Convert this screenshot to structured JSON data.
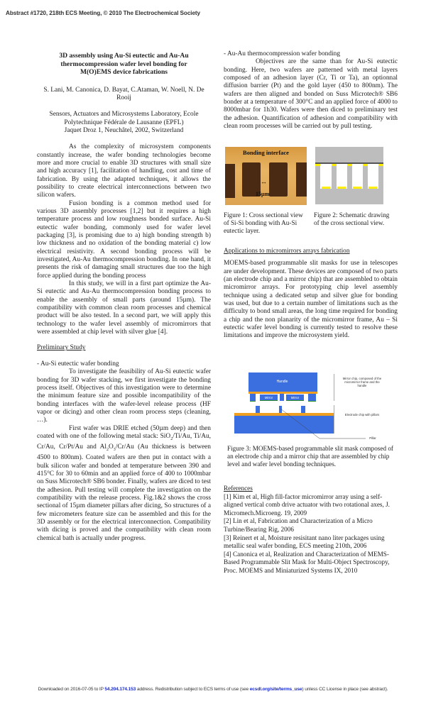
{
  "header": "Abstract #1720, 218th ECS Meeting, © 2010 The Electrochemical Society",
  "title": "3D assembly using Au-Si eutectic and Au-Au thermocompression wafer level bonding for M(O)EMS device fabrications",
  "authors": "S. Lani, M. Canonica, D. Bayat, C.Ataman, W. Noell, N. De Rooij",
  "affiliation": [
    "Sensors, Actuators and Microsystems Laboratory, Ecole",
    "Polytechnique Fédérale de Lausanne (EPFL)",
    "Jaquet Droz 1, Neuchâtel, 2002, Switzerland"
  ],
  "intro": [
    "As the complexity of microsystem components constantly increase, the wafer bonding technologies become more and more crucial to enable 3D structures with small size and high accuracy [1], facilitation of handling, cost and time of fabrication. By using the adapted techniques, it allows the possibility to create electrical interconnections between two silicon wafers.",
    "Fusion bonding is a common method used for various 3D assembly processes [1,2] but it requires a high temperature process and low roughness bonded surface. Au-Si eutectic wafer bonding, commonly used for wafer level packaging [3], is promising due to a) high bonding strength b) low thickness and no oxidation of the bonding material c) low electrical resistivity. A second bonding process will be investigated, Au-Au thermocompression bonding. In one hand, it presents the risk of damaging small structures due too the high force applied during the bonding process",
    "In this study, we will in a first part optimize the Au-Si eutectic and Au-Au thermocompression bonding process to enable the assembly of small parts (around 15µm). The compatibility with common clean room processes and chemical product will be also tested. In a second part, we will apply this technology to the wafer level assembly of micromirrors that were assembled at chip level with silver glue [4]."
  ],
  "preliminary": {
    "heading": "Preliminary Study",
    "subheading": "- Au-Si eutectic wafer bonding",
    "p1": "To investigate the feasibility of Au-Si eutectic wafer bonding for 3D wafer stacking, we first investigate the bonding process itself. Objectives of this investigation were to determine the minimum feature size and possible incompatibility of the bonding interfaces with the wafer-level release process (HF vapor or dicing) and other clean room process steps (cleaning, …).",
    "p2_a": "First wafer was DRIE etched (50µm deep) and then coated with one of the following metal stack: SiO",
    "p2_sub1": "2",
    "p2_b": "/Ti/Au, Ti/Au, Cr/Au, Cr/Pt/Au and Al",
    "p2_sub2": "2",
    "p2_c": "O",
    "p2_sub3": "3",
    "p2_d": "/Cr/Au (Au thickness is between 4500 to 800nm). Coated wafers are then put in contact with a bulk silicon wafer and bonded at temperature between 390 and 415°C for 30 to 60min and an applied force of 400 to 1000mbar on Suss Microtech® SB6 bonder. Finally, wafers are diced to test the adhesion. Pull testing will complete the investigation on the compatibility with the release process. Fig.1&2 shows the cross sectional of 15µm diameter pillars after dicing, So structures of a few micrometers feature size can be assembled and this for the 3D assembly or for the electrical interconnection. Compatibility with dicing is proved and the compatibility with clean room chemical bath is actually under progress."
  },
  "auau": {
    "subheading": "- Au-Au thermocompression wafer bonding",
    "p1": "Objectives are the same than for Au-Si eutectic bonding. Here, two wafers are patterned with metal layers composed of an adhesion layer (Cr, Ti or Ta), an optionnal diffusion barrier (Pt) and the gold layer (450 to 800nm). The wafers are then aligned and bonded on Suss Microtech® SB6 bonder at a temperature of 300°C and an applied force of 4000 to 8000mbar for 1h30. Wafers were then diced to preliminary test the adhesion. Quantification of adhesion and compatibility with clean room processes will be carried out by pull testing."
  },
  "figure1": {
    "label_interface": "Bonding interface",
    "label_scale": "15µm",
    "caption": "Figure 1: Cross sectional view of Si-Si bonding with Au-Si eutectic layer."
  },
  "figure2": {
    "caption": "Figure 2: Schematic drawing of the cross sectional view.",
    "colors": {
      "silicon": "#bdbdbd",
      "gold": "#ffee00"
    }
  },
  "applications": {
    "heading": "Applications to micromirrors arrays fabrication",
    "p1": "MOEMS-based programmable slit masks for use in telescopes are under development. These devices are composed of two parts (an electrode chip and a mirror chip) that are assembled to obtain micromirror arrays. For prototyping chip level assembly technique using a dedicated setup and silver glue for bonding was used, but due to a certain number of limitations such as the difficulty to bond small areas, the long time required for bonding a chip and the non planarity of the micromirror frame, Au – Si eutectic wafer level bonding is currently tested to resolve these limitations and improve the microsystem yield."
  },
  "figure3": {
    "handle": "Handle",
    "mirror1": "Mirror",
    "mirror2": "Mirror",
    "mirror_chip": "Mirror chip, composed of the micromirror frame and the handle",
    "electrode_chip": "Electrode chip with pillars",
    "pillar": "Pillar",
    "caption": "Figure 3: MOEMS-based programmable slit mask composed of an electrode chip and a mirror chip that are assembled by chip level and wafer level bonding techniques.",
    "colors": {
      "blue": "#3b6fe0",
      "orange": "#f0a020",
      "green": "#2a8a2a"
    }
  },
  "references": {
    "heading": "References",
    "items": [
      "[1] Kim et al, High fill-factor micromirror array using a self-aligned vertical comb drive actuator with two rotational axes, J. Micromech.Microeng. 19, 2009",
      "[2] Lin et al, Fabrication and Characterization of a Micro Turbine/Bearing Rig, 2006",
      "[3] Reinert et al, Moisture resisitant nano liter packages using metallic seal wafer bonding, ECS meeting 210th, 2006",
      "[4] Canonica et al, Realization and Characterization of MEMS-Based Programmable Slit Mask for Multi-Object Spectroscopy, Proc. MOEMS and Miniaturized Systems IX, 2010"
    ]
  },
  "footer": {
    "t1": "Downloaded on 2016-07-05 to IP ",
    "ip": "54.204.174.153",
    "t2": " address. Redistribution subject to ECS terms of use (see ",
    "link": "ecsdl.org/site/terms_use",
    "t3": ") unless CC License in place (see abstract).",
    "link_color": "#1a2bd0"
  }
}
